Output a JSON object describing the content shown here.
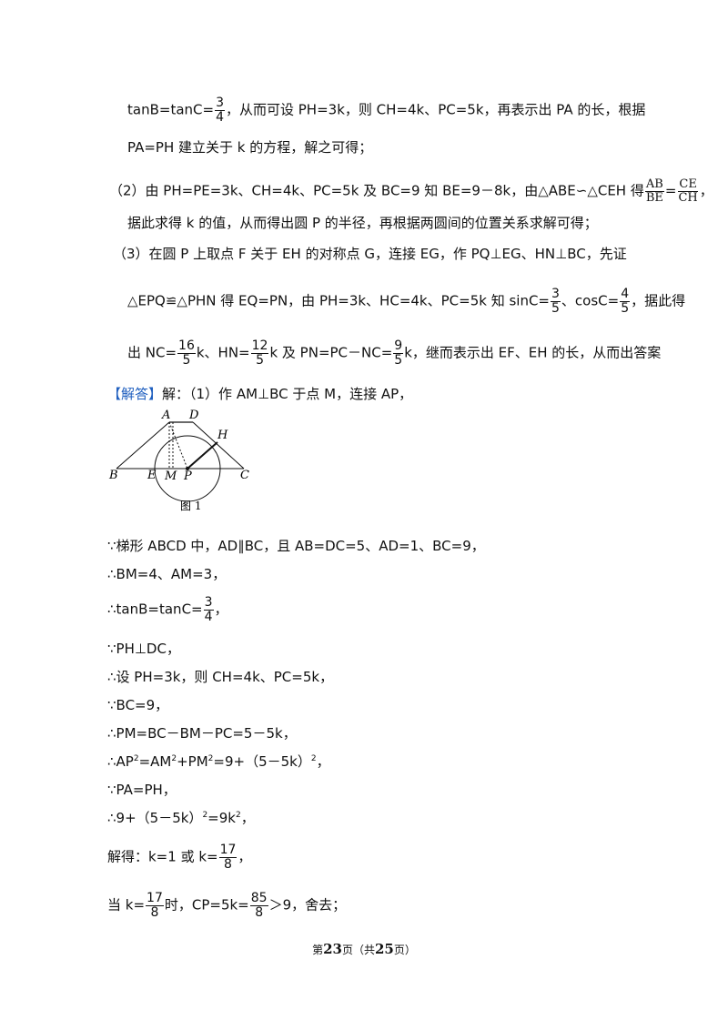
{
  "hint": {
    "l1": {
      "a": "tanB=tanC=",
      "f_num": "3",
      "f_den": "4",
      "b": "，从而可设 PH=3k，则 CH=4k、PC=5k，再表示出 PA 的长，根据"
    },
    "l2": "PA=PH 建立关于 k 的方程，解之可得；",
    "l3": {
      "a": "（2）由 PH=PE=3k、CH=4k、PC=5k 及 BC=9 知 BE=9－8k，由△ABE∽△CEH 得",
      "f1_num": "AB",
      "f1_den": "BE",
      "eq": "=",
      "f2_num": "CE",
      "f2_den": "CH",
      "b": "，"
    },
    "l4": "据此求得 k 的值，从而得出圆 P 的半径，再根据两圆间的位置关系求解可得；",
    "l5": "（3）在圆 P 上取点 F 关于 EH 的对称点 G，连接 EG，作 PQ⊥EG、HN⊥BC，先证",
    "l6": {
      "a": "△EPQ≌△PHN 得 EQ=PN，由 PH=3k、HC=4k、PC=5k 知 sinC=",
      "f1_num": "3",
      "f1_den": "5",
      "b": "、cosC=",
      "f2_num": "4",
      "f2_den": "5",
      "c": "，据此得"
    },
    "l7": {
      "a": "出 NC=",
      "f1_num": "16",
      "f1_den": "5",
      "b": "k、HN=",
      "f2_num": "12",
      "f2_den": "5",
      "c": "k 及 PN=PC－NC=",
      "f3_num": "9",
      "f3_den": "5",
      "d": "k，继而表示出 EF、EH 的长，从而出答案"
    }
  },
  "answer": {
    "label": "【解答】",
    "intro": "解：（1）作 AM⊥BC 于点 M，连接 AP，"
  },
  "figure": {
    "labels": {
      "A": "A",
      "D": "D",
      "H": "H",
      "B": "B",
      "E": "E",
      "M": "M",
      "P": "P",
      "C": "C"
    },
    "caption": "图 1"
  },
  "solution": {
    "s1": "∵梯形 ABCD 中，AD∥BC，且 AB=DC=5、AD=1、BC=9，",
    "s2": "∴BM=4、AM=3，",
    "s3": {
      "a": "∴tanB=tanC=",
      "f_num": "3",
      "f_den": "4",
      "b": "，"
    },
    "s4": "∵PH⊥DC，",
    "s5": "∴设 PH=3k，则 CH=4k、PC=5k，",
    "s6": "∵BC=9，",
    "s7": "∴PM=BC－BM－PC=5－5k，",
    "s8": {
      "a": "∴AP",
      "sup1": "2",
      "b": "=AM",
      "sup2": "2",
      "c": "+PM",
      "sup3": "2",
      "d": "=9+（5－5k）",
      "sup4": "2",
      "e": "，"
    },
    "s9": "∵PA=PH，",
    "s10": {
      "a": "∴9+（5－5k）",
      "sup1": "2",
      "b": "=9k",
      "sup2": "2",
      "c": "，"
    },
    "s11": {
      "a": "解得：k=1 或 k=",
      "f_num": "17",
      "f_den": "8",
      "b": "，"
    },
    "s12": {
      "a": "当 k=",
      "f1_num": "17",
      "f1_den": "8",
      "b": "时，CP=5k=",
      "f2_num": "85",
      "f2_den": "8",
      "c": "＞9，舍去；"
    }
  },
  "footer": {
    "a": "第",
    "page": "23",
    "b": "页（共",
    "total": "25",
    "c": "页）"
  }
}
